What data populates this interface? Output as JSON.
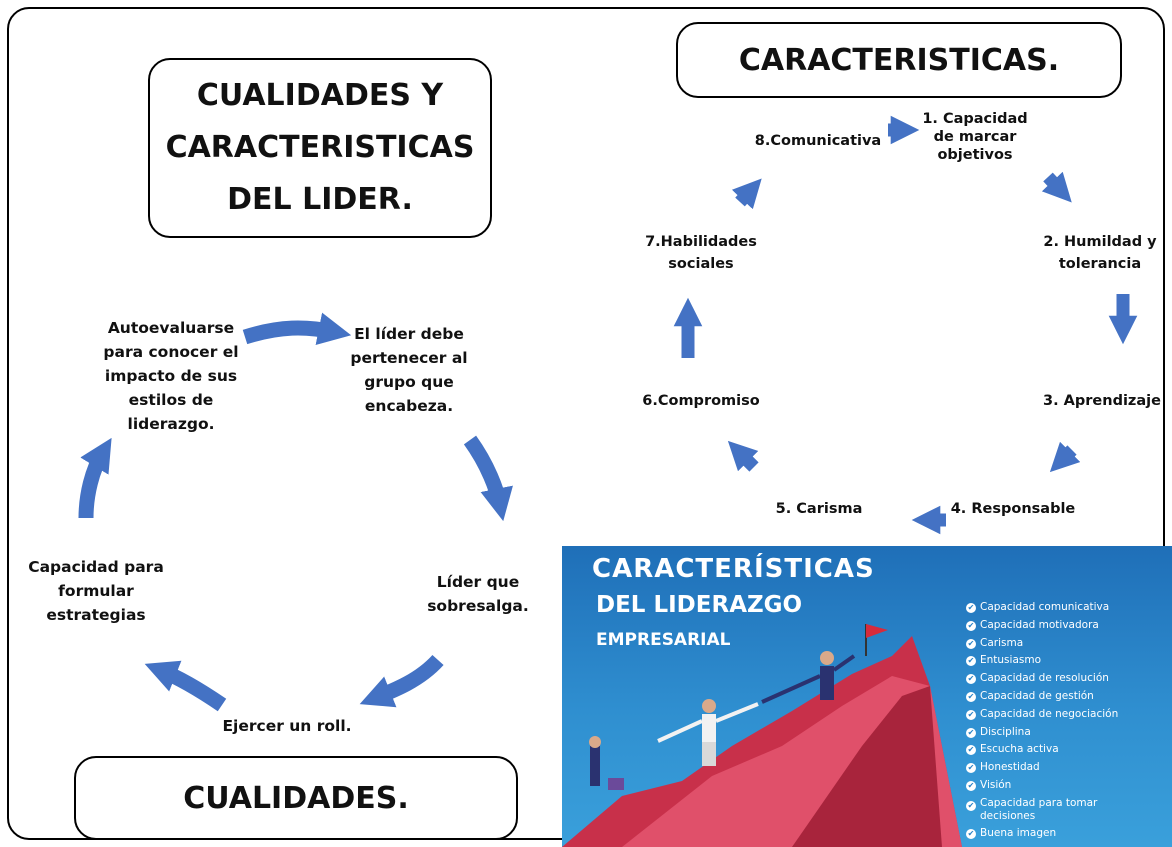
{
  "titles": {
    "main": [
      "CUALIDADES Y",
      "CARACTERISTICAS",
      "DEL LIDER."
    ],
    "characteristics": "CARACTERISTICAS.",
    "qualities": "CUALIDADES."
  },
  "qualities_cycle": [
    [
      "El líder debe",
      "pertenecer al",
      "grupo que",
      "encabeza."
    ],
    [
      "Líder que",
      "sobresalga."
    ],
    [
      "Ejercer un roll."
    ],
    [
      "Capacidad para",
      "formular",
      "estrategias"
    ],
    [
      "Autoevaluarse",
      "para conocer el",
      "impacto de sus",
      "estilos de",
      "liderazgo."
    ]
  ],
  "characteristics_cycle": [
    [
      "1. Capacidad",
      "de marcar",
      "objetivos"
    ],
    [
      "2. Humildad y",
      "tolerancia"
    ],
    [
      "3. Aprendizaje"
    ],
    [
      "4. Responsable"
    ],
    [
      "5. Carisma"
    ],
    [
      "6.Compromiso"
    ],
    [
      "7.Habilidades",
      "sociales"
    ],
    [
      "8.Comunicativa"
    ]
  ],
  "poster": {
    "title_line1": "CARACTERÍSTICAS",
    "title_line2": "DEL LIDERAZGO",
    "title_line3": "EMPRESARIAL",
    "items": [
      "Capacidad comunicativa",
      "Capacidad motivadora",
      "Carisma",
      "Entusiasmo",
      "Capacidad de resolución",
      "Capacidad de gestión",
      "Capacidad de negociación",
      "Disciplina",
      "Escucha activa",
      "Honestidad",
      "Visión",
      "Capacidad para tomar decisiones",
      "Buena imagen"
    ]
  },
  "colors": {
    "arrow": "#4472c4",
    "poster_bg": "#2b84c8",
    "mountain": "#c8304a"
  }
}
